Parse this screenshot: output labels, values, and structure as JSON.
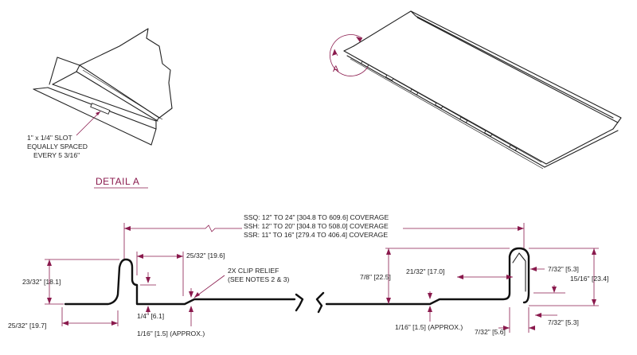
{
  "detail": {
    "title": "DETAIL  A",
    "slot_note_lines": [
      "1\" x 1/4\" SLOT",
      "EQUALLY SPACED",
      "EVERY 5 3/16\""
    ]
  },
  "iso_view": {
    "callout_letter": "A"
  },
  "coverage": {
    "lines": [
      "SSQ:  12\" TO 24\" [304.8 TO 609.6] COVERAGE",
      "SSH:  12\" TO 20\" [304.8 TO 508.0] COVERAGE",
      "SSR:  11\" TO 16\" [279.4 TO 406.4] COVERAGE"
    ]
  },
  "left_dims": {
    "height_rib": "23/32\" [18.1]",
    "leg": "25/32\" [19.7]",
    "offset": "25/32\" [19.6]",
    "step": "1/4\" [6.1]",
    "relief_depth": "1/16\" [1.5] (APPROX.)",
    "clip_note_lines": [
      "2X CLIP RELIEF",
      "(SEE NOTES 2 & 3)"
    ]
  },
  "right_dims": {
    "height_inner": "7/8\" [22.5]",
    "width_top": "21/32\" [17.0]",
    "hem": "7/32\" [5.3]",
    "height_total": "15/16\" [23.4]",
    "relief_depth": "1/16\" [1.5] (APPROX.)",
    "bottom_a": "7/32\" [5.6]",
    "bottom_b": "7/32\" [5.3]"
  }
}
